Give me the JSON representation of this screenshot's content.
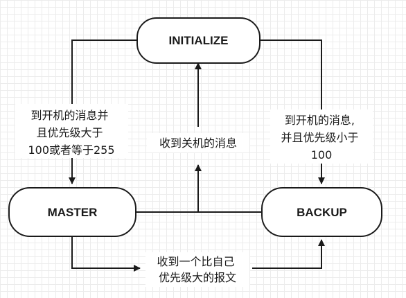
{
  "nodes": {
    "initialize": "INITIALIZE",
    "master": "MASTER",
    "backup": "BACKUP"
  },
  "edges": {
    "init_to_master": [
      "到开机的消息并",
      "且优先级大于",
      "100或者等于255"
    ],
    "init_to_backup": [
      "到开机的消息,",
      "并且优先级小于",
      "100"
    ],
    "shutdown": [
      "收到关机的消息"
    ],
    "master_to_backup": [
      "收到一个比自己",
      "优先级大的报文"
    ]
  }
}
